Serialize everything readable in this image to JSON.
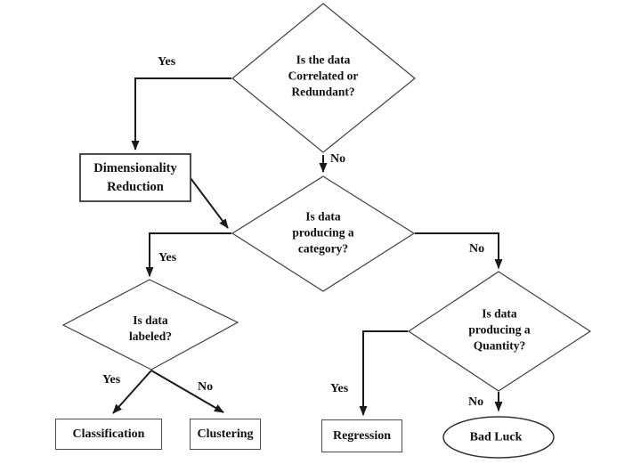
{
  "nodes": {
    "correlated": {
      "text": "Is the data\nCorrelated or\nRedundant?"
    },
    "dimensionality_reduction": {
      "text": "Dimensionality\nReduction"
    },
    "category": {
      "text": "Is data\nproducing a\ncategory?"
    },
    "labeled": {
      "text": "Is data\nlabeled?"
    },
    "quantity": {
      "text": "Is data\nproducing a\nQuantity?"
    },
    "classification": {
      "text": "Classification"
    },
    "clustering": {
      "text": "Clustering"
    },
    "regression": {
      "text": "Regression"
    },
    "bad_luck": {
      "text": "Bad Luck"
    }
  },
  "labels": {
    "yes_correlated": "Yes",
    "no_correlated": "No",
    "yes_category": "Yes",
    "no_category": "No",
    "yes_labeled": "Yes",
    "no_labeled": "No",
    "yes_quantity": "Yes",
    "no_quantity": "No"
  },
  "colors": {
    "background": "#ffffff",
    "shape_outline": "#3f3f3f",
    "connector": "#1a1a1a",
    "text": "#111111"
  }
}
